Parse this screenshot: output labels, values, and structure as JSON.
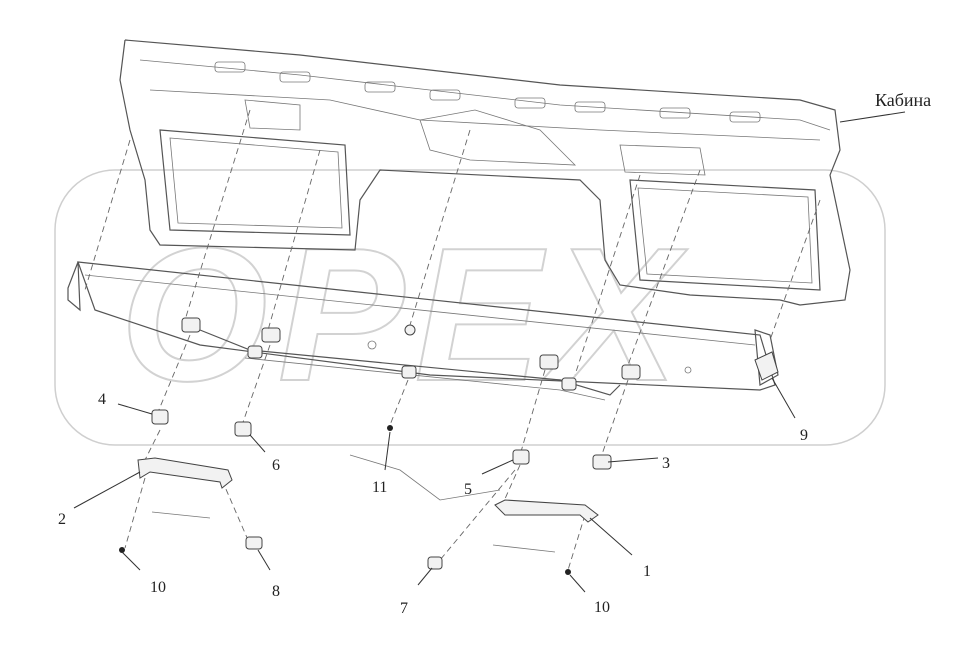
{
  "diagram": {
    "assembly_label": "Кабина",
    "watermark": "OPEX",
    "callouts": [
      {
        "id": "c1",
        "text": "1"
      },
      {
        "id": "c2",
        "text": "2"
      },
      {
        "id": "c3",
        "text": "3"
      },
      {
        "id": "c4",
        "text": "4"
      },
      {
        "id": "c5",
        "text": "5"
      },
      {
        "id": "c6",
        "text": "6"
      },
      {
        "id": "c7",
        "text": "7"
      },
      {
        "id": "c8",
        "text": "8"
      },
      {
        "id": "c9",
        "text": "9"
      },
      {
        "id": "c10a",
        "text": "10"
      },
      {
        "id": "c10b",
        "text": "10"
      },
      {
        "id": "c11",
        "text": "11"
      }
    ]
  }
}
